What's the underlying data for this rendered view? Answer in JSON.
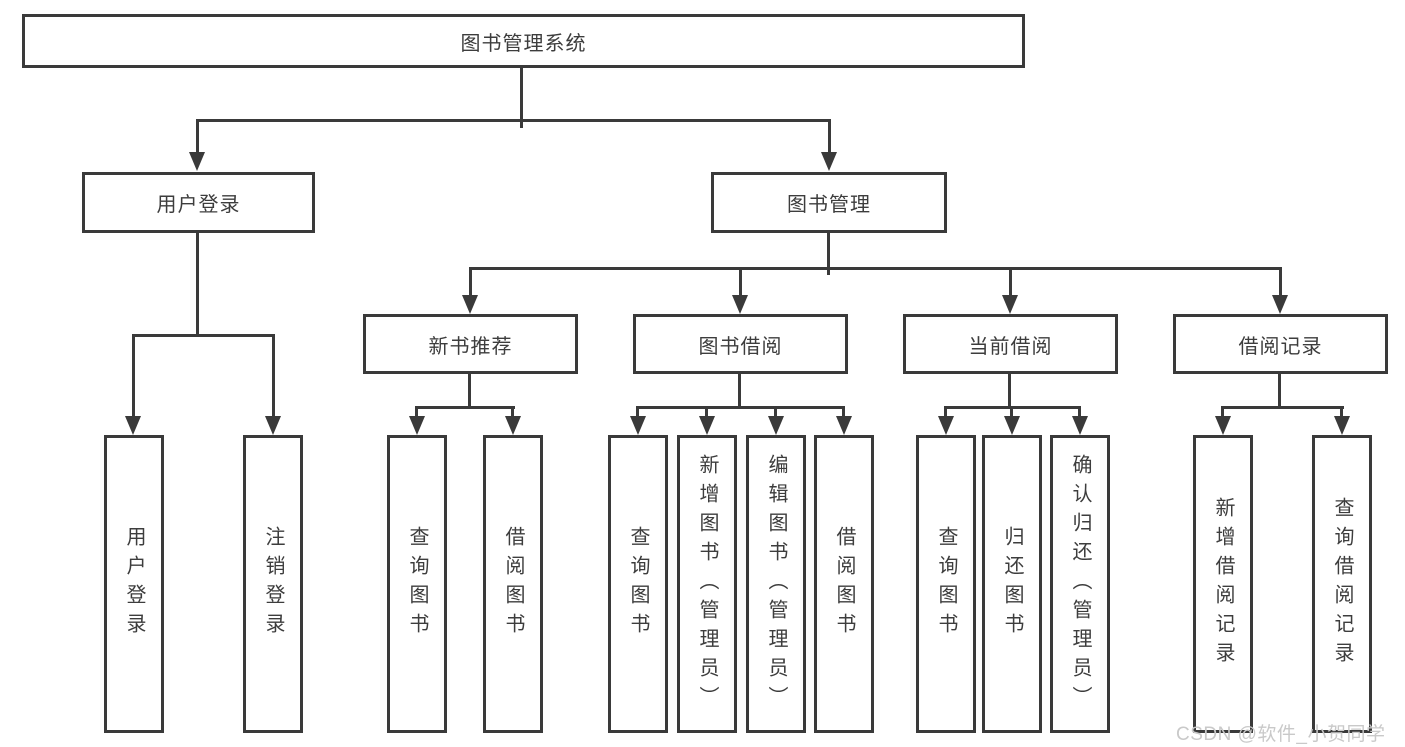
{
  "diagram": {
    "tree": {
      "label": "图书管理系统",
      "children": [
        {
          "label": "用户登录",
          "children": [
            {
              "label": "用户登录"
            },
            {
              "label": "注销登录"
            }
          ]
        },
        {
          "label": "图书管理",
          "children": [
            {
              "label": "新书推荐",
              "children": [
                {
                  "label": "查询图书"
                },
                {
                  "label": "借阅图书"
                }
              ]
            },
            {
              "label": "图书借阅",
              "children": [
                {
                  "label": "查询图书"
                },
                {
                  "label": "新增图书（管理员）"
                },
                {
                  "label": "编辑图书（管理员）"
                },
                {
                  "label": "借阅图书"
                }
              ]
            },
            {
              "label": "当前借阅",
              "children": [
                {
                  "label": "查询图书"
                },
                {
                  "label": "归还图书"
                },
                {
                  "label": "确认归还（管理员）"
                }
              ]
            },
            {
              "label": "借阅记录",
              "children": [
                {
                  "label": "新增借阅记录"
                },
                {
                  "label": "查询借阅记录"
                }
              ]
            }
          ]
        }
      ]
    },
    "colors": {
      "line": "#3a3a3a",
      "text": "#3d3d3d",
      "background": "#ffffff"
    }
  },
  "watermark": {
    "text": "CSDN @软件_小贺同学"
  }
}
